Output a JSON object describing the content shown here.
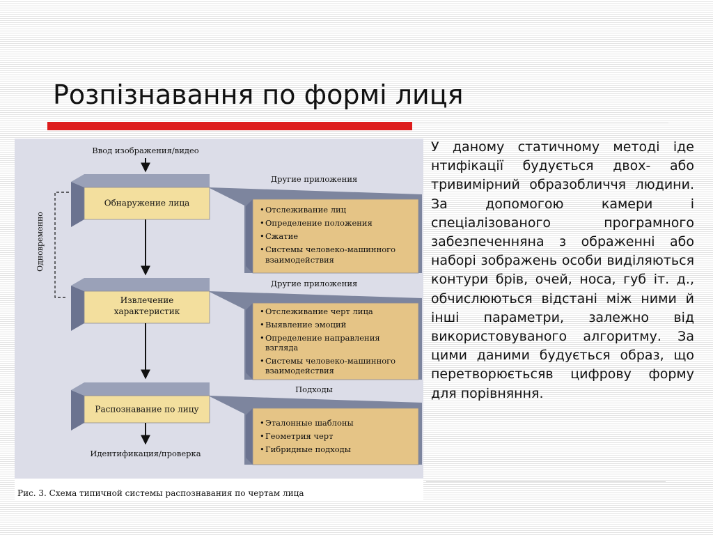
{
  "slide": {
    "title": "Розпізнавання по формі лиця",
    "body": "У даному статичному методі іде нтифікації будується двох- або тривимірний образобличчя людини. За допомогою камери і спеціалізованого програмного забезпеченняна з ображенні або наборі зображень особи виділяються контури брів, очей, носа, губ іт. д., обчислюються відстані між ними й інші параметри, залежно від використовуваного алгоритму. За цими даними будується образ, що перетворюєтьсяв цифрову форму для порівняння."
  },
  "figure": {
    "input_label": "Ввод изображения/видео",
    "output_label": "Идентификация/проверка",
    "side_label": "Одновременно",
    "caption": "Рис. 3. Схема типичной системы распознавания по чертам лица",
    "stages": [
      {
        "box_lines": [
          "Обнаружение лица"
        ],
        "panel_title": "Другие приложения",
        "items": [
          [
            "Отслеживание лиц"
          ],
          [
            "Определение положения"
          ],
          [
            "Сжатие"
          ],
          [
            "Системы человеко-машинного",
            "взаимодействия"
          ]
        ]
      },
      {
        "box_lines": [
          "Извлечение",
          "характеристик"
        ],
        "panel_title": "Другие приложения",
        "items": [
          [
            "Отслеживание черт лица"
          ],
          [
            "Выявление эмоций"
          ],
          [
            "Определение направления",
            "взгляда"
          ],
          [
            "Системы человеко-машинного",
            "взаимодействия"
          ]
        ]
      },
      {
        "box_lines": [
          "Распознавание по лицу"
        ],
        "panel_title": "Подходы",
        "items": [
          [
            "Эталонные шаблоны"
          ],
          [
            "Геометрия черт"
          ],
          [
            "Гибридные подходы"
          ]
        ]
      }
    ]
  },
  "colors": {
    "accent_rule": "#dd1c1c",
    "diagram_bg": "#dcdde8",
    "box_fill": "#f3df9e",
    "panel_fill": "#e5c486",
    "slab_side": "#7d859e"
  }
}
